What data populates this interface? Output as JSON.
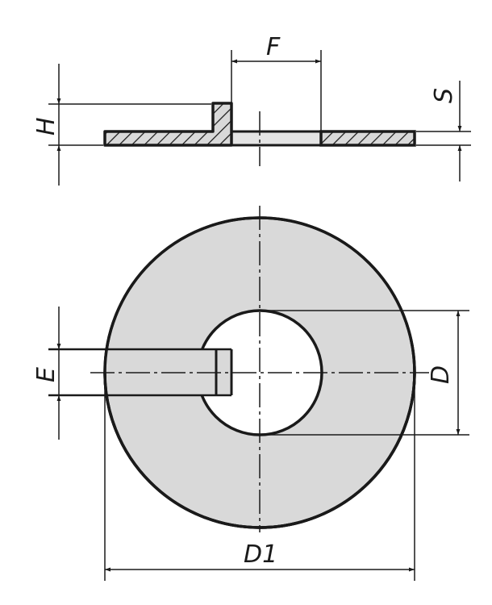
{
  "labels": {
    "F": "F",
    "H": "H",
    "S": "S",
    "E": "E",
    "D": "D",
    "D1": "D1"
  },
  "colors": {
    "line": "#1a1a1a",
    "fill": "#d9d9d9",
    "hole_fill": "#e4e4e4"
  }
}
